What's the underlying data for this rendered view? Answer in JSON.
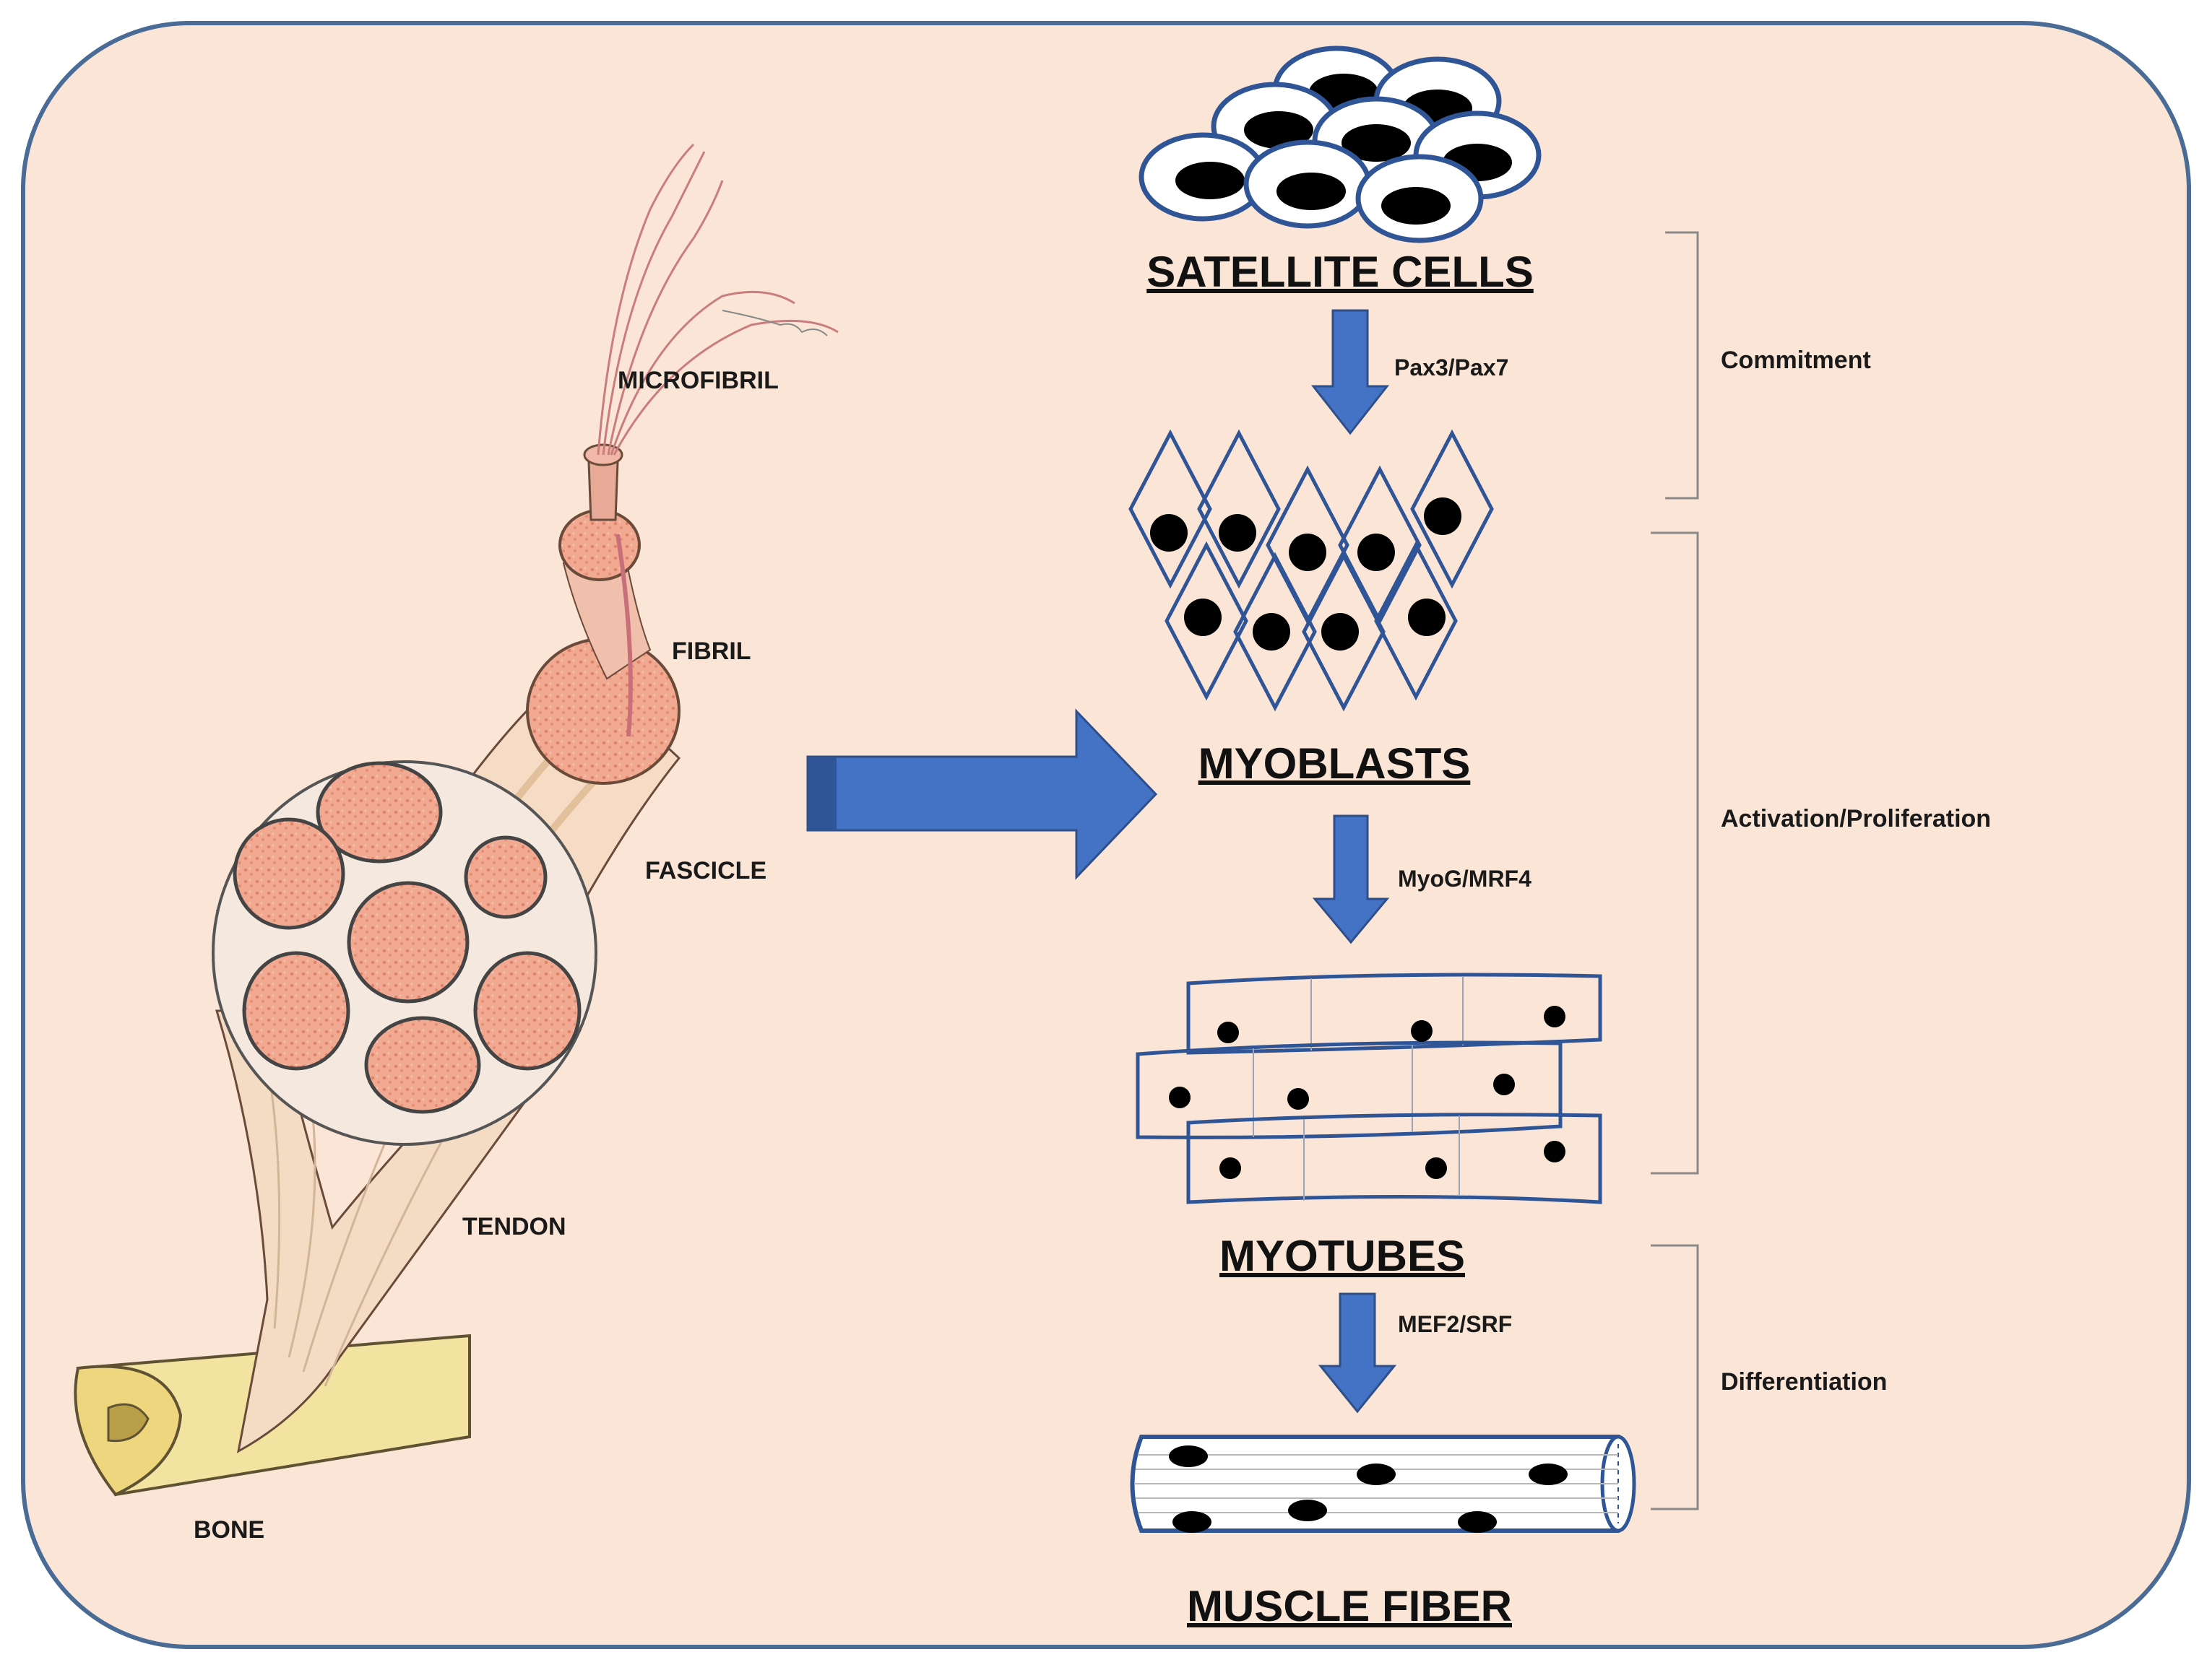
{
  "anatomy_labels": {
    "microfibril": "MICROFIBRIL",
    "fibril": "FIBRIL",
    "fascicle": "FASCICLE",
    "tendon": "TENDON",
    "bone": "BONE"
  },
  "stages": {
    "satellite_cells": "SATELLITE CELLS",
    "myoblasts": "MYOBLASTS",
    "myotubes": "MYOTUBES",
    "muscle_fiber": "MUSCLE FIBER"
  },
  "factors": {
    "step1": "Pax3/Pax7",
    "step2": "MyoG/MRF4",
    "step3": "MEF2/SRF"
  },
  "phases": {
    "commitment": "Commitment",
    "activation": "Activation/Proliferation",
    "differentiation": "Differentiation"
  },
  "colors": {
    "background": "#fbe5d6",
    "frame": "#4a6b96",
    "arrow": "#4472c4",
    "muscle": "#f0a890",
    "tendon": "#f3dcc3",
    "bone": "#f3e3a1"
  }
}
